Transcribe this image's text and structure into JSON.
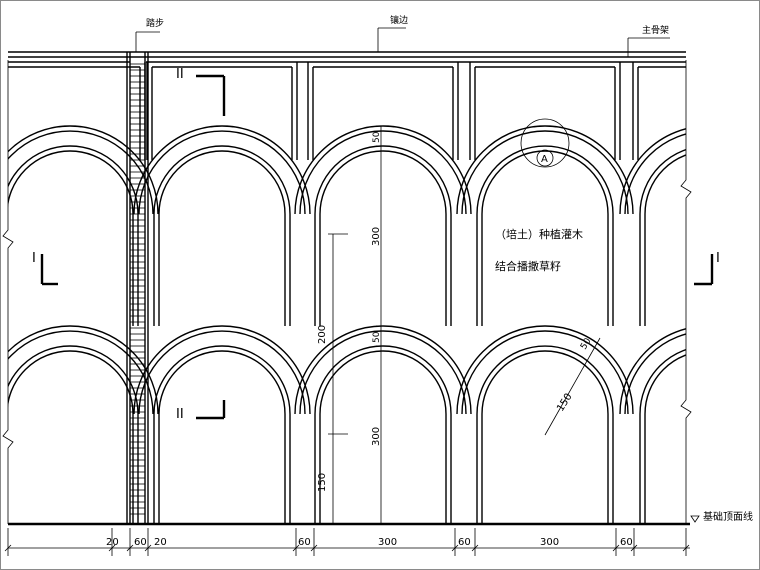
{
  "labels": {
    "stair": "踏步",
    "edge": "镶边",
    "main_rib": "主骨架",
    "detail": "A",
    "note_line1": "（培土）种植灌木",
    "note_line2": "结合播撒草籽",
    "section_I_left": "I",
    "section_I_right": "I",
    "section_II_top": "II",
    "section_II_bottom": "II",
    "foundation": "基础顶面线"
  },
  "dims": {
    "bottom": [
      "20",
      "60",
      "20",
      "60",
      "300",
      "60",
      "300",
      "60"
    ],
    "v_300_top": "300",
    "v_50_top": "50",
    "v_200": "200",
    "v_50_mid": "50",
    "v_300_bottom": "300",
    "v_150": "150",
    "radius_50": "50",
    "radius_150": "150"
  }
}
